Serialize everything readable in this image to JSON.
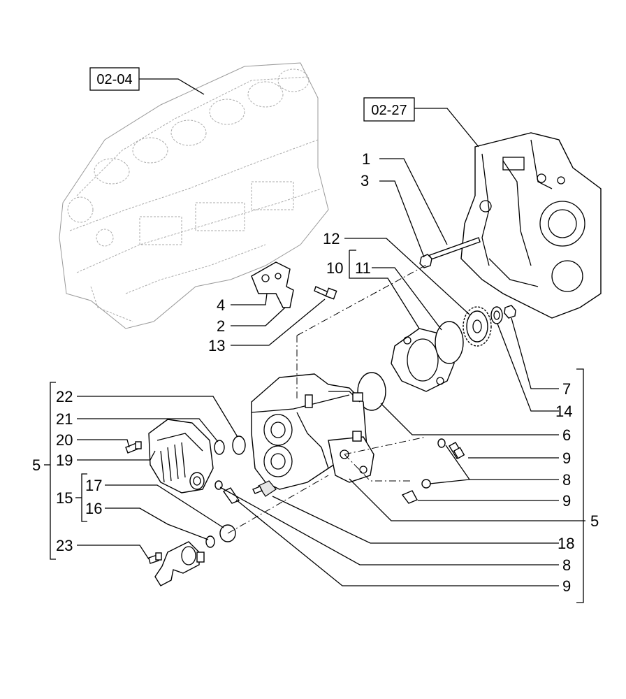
{
  "references": {
    "engine_block": "02-04",
    "timing_cover": "02-27"
  },
  "callouts": {
    "c1": "1",
    "c3": "3",
    "c12": "12",
    "c10": "10",
    "c11": "11",
    "c4": "4",
    "c2": "2",
    "c13": "13",
    "c7": "7",
    "c14": "14",
    "c6": "6",
    "c9a": "9",
    "c8a": "8",
    "c9b": "9",
    "c5r": "5",
    "c18": "18",
    "c8b": "8",
    "c9c": "9",
    "c22": "22",
    "c21": "21",
    "c20": "20",
    "c19": "19",
    "c5l": "5",
    "c15": "15",
    "c17": "17",
    "c16": "16",
    "c23": "23"
  }
}
